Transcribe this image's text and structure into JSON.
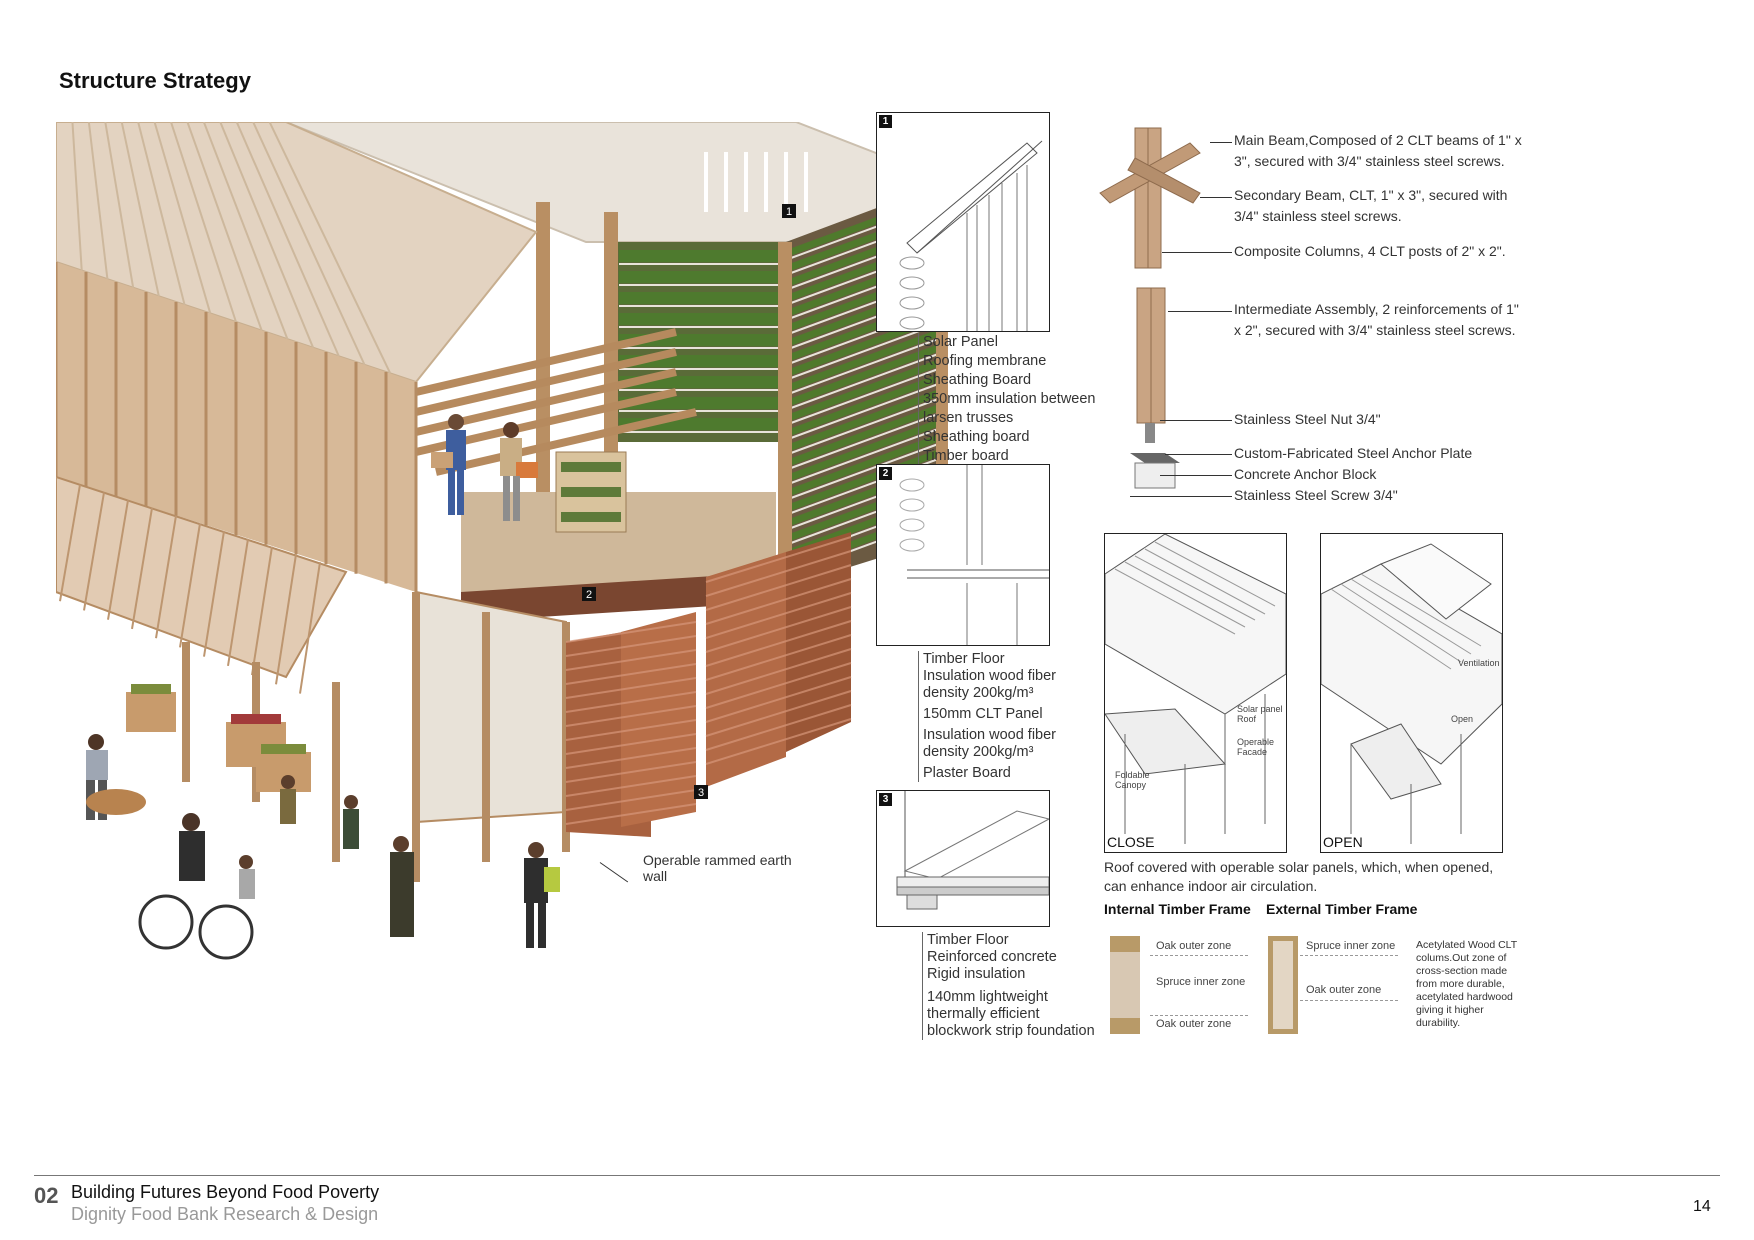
{
  "page": {
    "title": "Structure Strategy"
  },
  "hero": {
    "wall_label": "Operable rammed earth\nwall",
    "markers": [
      "1",
      "2",
      "3"
    ]
  },
  "details": [
    {
      "num": "1",
      "layers": [
        "Solar Panel",
        "Roofing membrane",
        "Sheathing Board",
        "350mm insulation between\nlarsen trusses",
        "Sheathing board",
        "Timber board"
      ]
    },
    {
      "num": "2",
      "layers": [
        "Timber Floor",
        "Insulation wood fiber\ndensity 200kg/m³",
        "150mm CLT Panel",
        "Insulation wood fiber\ndensity 200kg/m³",
        "Plaster Board"
      ]
    },
    {
      "num": "3",
      "layers": [
        "Timber Floor",
        "Reinforced concrete",
        "Rigid insulation",
        "140mm lightweight\nthermally efficient\nblockwork strip foundation"
      ]
    }
  ],
  "connection": {
    "main_beam": "Main Beam,Composed of 2 CLT beams of 1\" x\n3\", secured with 3/4\" stainless steel screws.",
    "secondary_beam": "Secondary Beam, CLT, 1\" x 3\", secured with\n3/4\" stainless steel screws.",
    "columns": "Composite Columns, 4 CLT posts of 2\" x 2\".",
    "intermediate": "Intermediate Assembly, 2 reinforcements of 1\"\nx 2\", secured with 3/4\" stainless steel screws.",
    "nut": "Stainless Steel Nut 3/4\"",
    "anchor_plate": "Custom-Fabricated Steel Anchor Plate",
    "anchor_block": "Concrete Anchor Block",
    "screw": "Stainless Steel Screw 3/4\""
  },
  "roof_states": {
    "close_label": "CLOSE",
    "open_label": "OPEN",
    "close_tags": [
      "Solar panel\nRoof",
      "Operable\nFacade",
      "Foldable\nCanopy"
    ],
    "open_tags": [
      "Ventilation",
      "Open"
    ],
    "caption": "Roof covered with operable solar panels, which, when opened,\ncan enhance indoor air circulation."
  },
  "frames": {
    "internal_title": "Internal Timber Frame",
    "external_title": "External Timber Frame",
    "internal_zones": [
      "Oak outer zone",
      "Spruce inner zone",
      "Oak outer zone"
    ],
    "external_zones": [
      "Spruce inner zone",
      "Oak outer zone"
    ],
    "note": "Acetylated Wood CLT\ncolums.Out zone of\ncross-section made\nfrom more durable,\nacetylated hardwood\ngiving it higher\ndurability."
  },
  "footer": {
    "chapter": "02",
    "project": "Building Futures Beyond Food Poverty",
    "subtitle": "Dignity Food Bank Research & Design",
    "page_number": "14"
  }
}
